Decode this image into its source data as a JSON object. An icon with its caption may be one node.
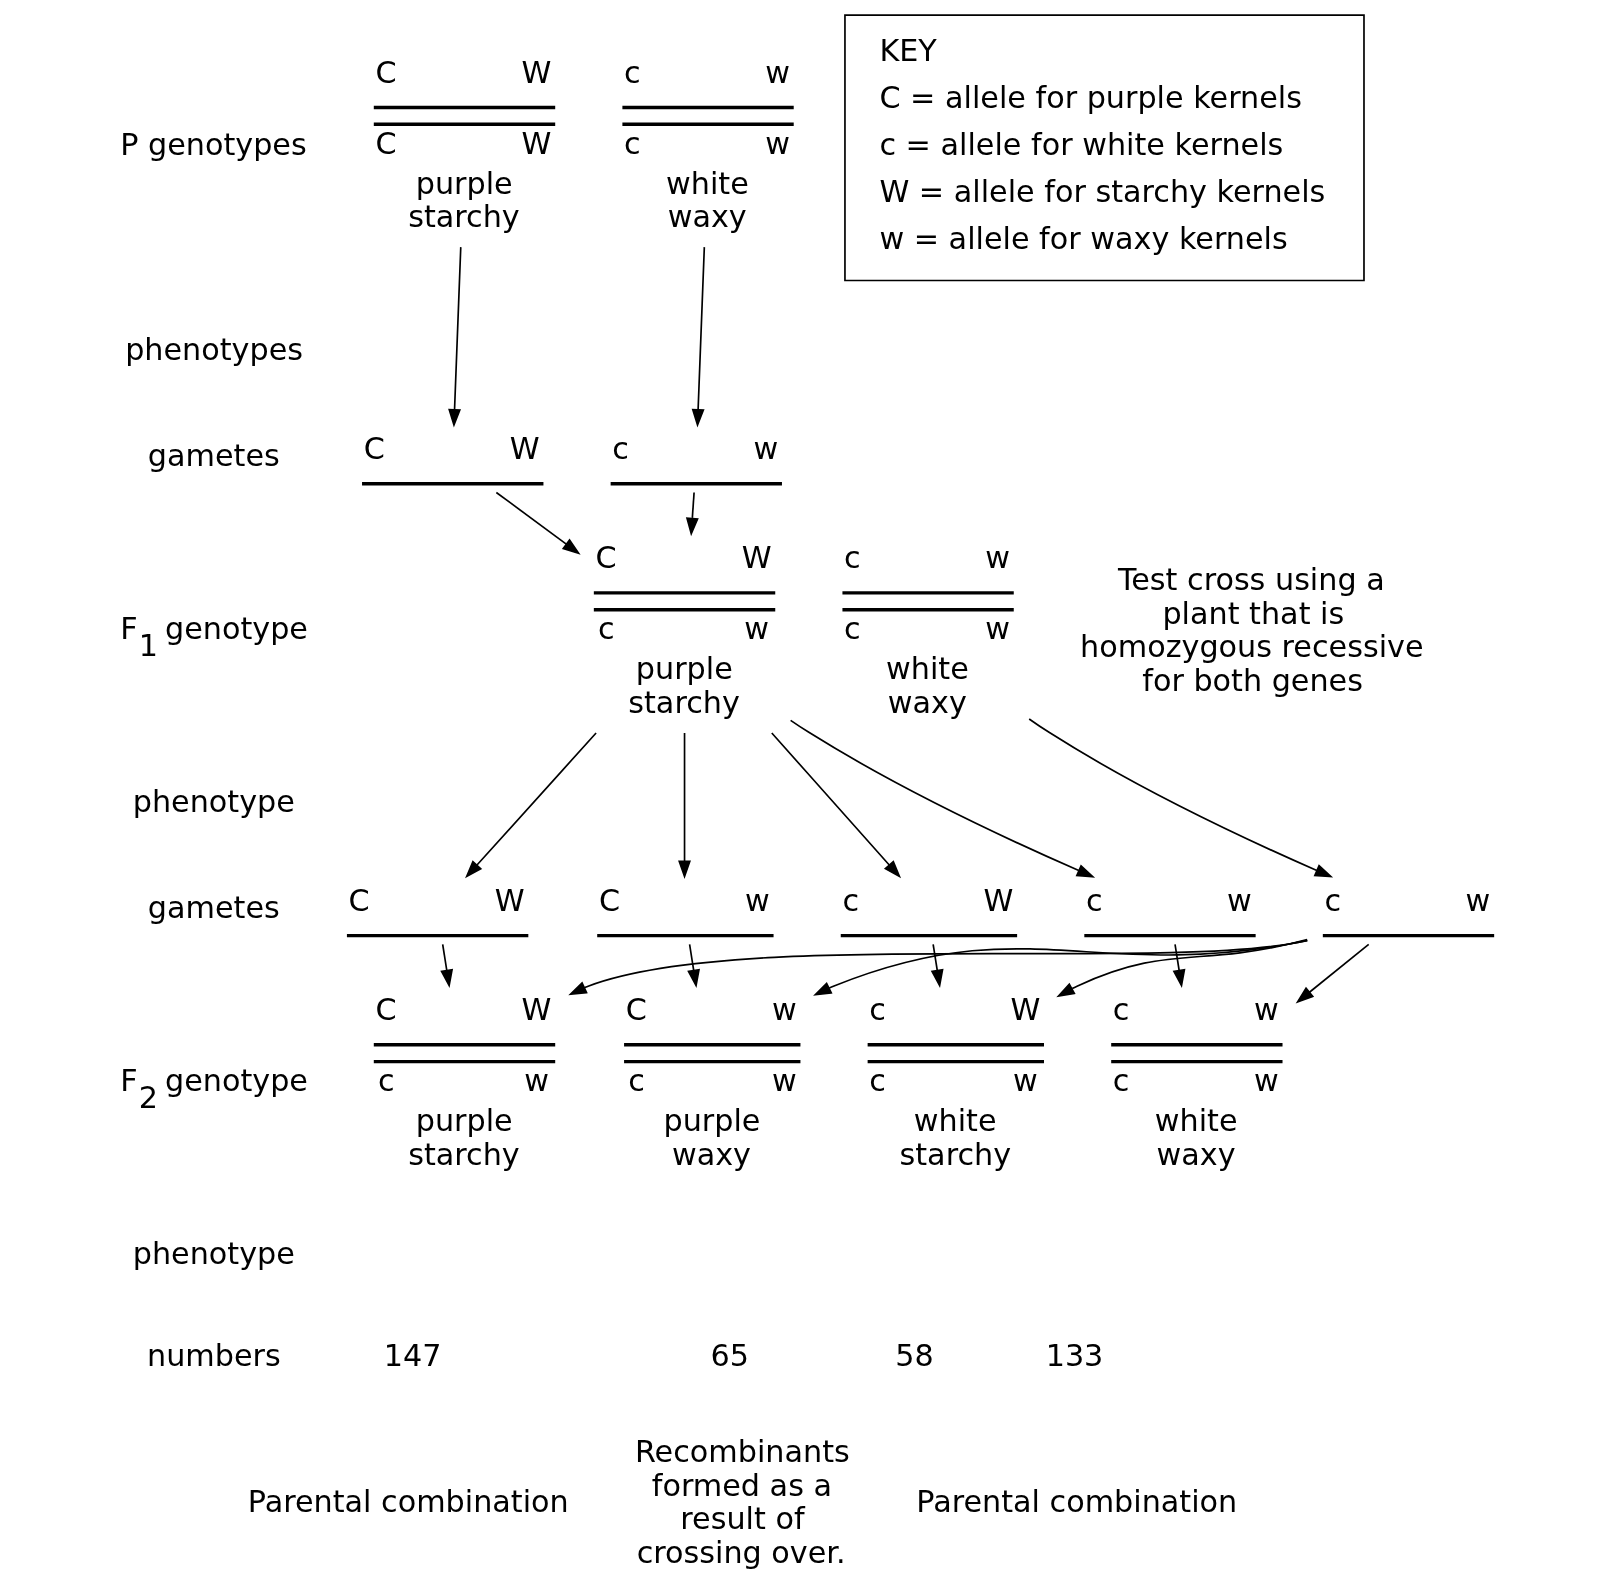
{
  "diagram": {
    "nodes": [
      {
        "text": [
          "C",
          "W",
          "C",
          "W",
          "purple starchy"
        ]
      },
      {
        "text": [
          "c",
          "w",
          "c",
          "w",
          "white waxy"
        ]
      },
      {
        "text": [
          "KEY",
          "C = allele for purple kernels",
          "c = allele for white kernels",
          "W = allele for starchy kernels",
          "w = allele for waxy kernels"
        ]
      },
      {
        "text": [
          "C",
          "W"
        ]
      },
      {
        "text": [
          "c",
          "w"
        ]
      },
      {
        "text": [
          "C",
          "W",
          "c",
          "w",
          "purple starchy"
        ]
      },
      {
        "text": [
          "c",
          "w",
          "c",
          "w",
          "white waxy"
        ],
        "beside": [
          "Test cross using a plant that is homozygous recessive for both genes"
        ]
      },
      {
        "text": [
          "C",
          "W"
        ]
      },
      {
        "text": [
          "C",
          "w"
        ]
      },
      {
        "text": [
          "c",
          "W"
        ]
      },
      {
        "text": [
          "c",
          "w"
        ]
      },
      {
        "text": [
          "c",
          "w"
        ]
      },
      {
        "text": [
          "C",
          "W",
          "c",
          "w",
          "purple starchy"
        ]
      },
      {
        "text": [
          "C",
          "w",
          "c",
          "w",
          "purple waxy"
        ]
      },
      {
        "text": [
          "c",
          "W",
          "c",
          "w",
          "white starchy"
        ]
      },
      {
        "text": [
          "c",
          "w",
          "c",
          "w",
          "white waxy"
        ]
      }
    ],
    "edges": [
      {
        "from": 0,
        "to": 3,
        "arrow": "to"
      },
      {
        "from": 1,
        "to": 4,
        "arrow": "to"
      },
      {
        "from": 3,
        "to": 5,
        "arrow": "to"
      },
      {
        "from": 4,
        "to": 5,
        "arrow": "to"
      },
      {
        "from": 5,
        "to": 7,
        "arrow": "to"
      },
      {
        "from": 5,
        "to": 8,
        "arrow": "to"
      },
      {
        "from": 5,
        "to": 9,
        "arrow": "to"
      },
      {
        "from": 5,
        "to": 10,
        "arrow": "to"
      },
      {
        "from": 6,
        "to": 11,
        "arrow": "to"
      },
      {
        "from": 7,
        "to": 12,
        "arrow": "to"
      },
      {
        "from": 8,
        "to": 13,
        "arrow": "to"
      },
      {
        "from": 9,
        "to": 14,
        "arrow": "to"
      },
      {
        "from": 10,
        "to": 15,
        "arrow": "to"
      },
      {
        "from": 11,
        "to": 12,
        "arrow": "to"
      },
      {
        "from": 11,
        "to": 13,
        "arrow": "to"
      },
      {
        "from": 11,
        "to": 14,
        "arrow": "to"
      },
      {
        "from": 11,
        "to": 15,
        "arrow": "to"
      }
    ],
    "labels": [
      "P genotypes",
      "phenotypes",
      "gametes",
      "F$_{1}$ genotype",
      "phenotype",
      "gametes",
      "F$_{2}$ genotype",
      "phenotype",
      "numbers",
      "147",
      "65",
      "58",
      "133",
      "Parental combination",
      "Recombinants formed as a result of crossing over.",
      "Parental combination"
    ]
  }
}
